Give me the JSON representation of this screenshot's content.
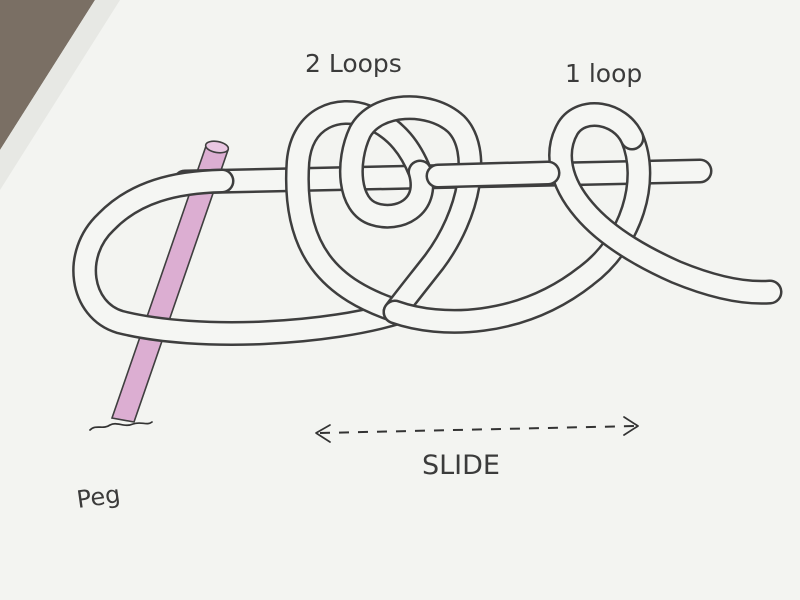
{
  "labels": {
    "two_loops": "2 Loops",
    "one_loop": "1 loop",
    "slide": "SLIDE",
    "peg": "Peg"
  },
  "colors": {
    "paper": "#f3f4f1",
    "background": "#7a6f64",
    "peg": "#dcaed2",
    "ink": "#333333"
  }
}
